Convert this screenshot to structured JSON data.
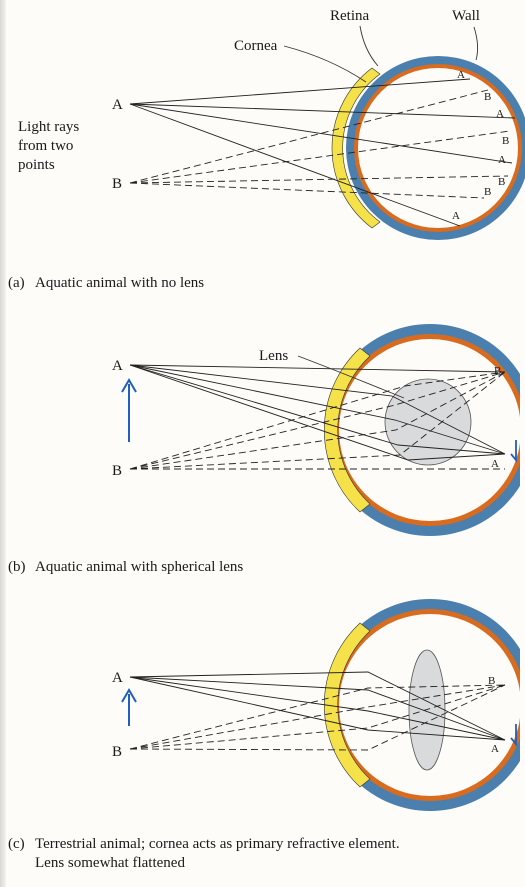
{
  "colors": {
    "wall": "#4a7fae",
    "retina": "#d96b1e",
    "cornea": "#f5e14a",
    "lens": "#d9dadb",
    "arrow": "#1f5fbf",
    "background": "#fdfcf8"
  },
  "panel_a": {
    "label_retina": "Retina",
    "label_wall": "Wall",
    "label_cornea": "Cornea",
    "point_a": "A",
    "point_b": "B",
    "light_line1": "Light rays",
    "light_line2": "from two",
    "light_line3": "points",
    "retina_marks": [
      "A",
      "B",
      "A",
      "B",
      "A",
      "B",
      "B",
      "A"
    ],
    "caption_tag": "(a)",
    "caption": "Aquatic animal with no lens"
  },
  "panel_b": {
    "label_lens": "Lens",
    "point_a": "A",
    "point_b": "B",
    "retina_b": "B",
    "retina_a": "A",
    "caption_tag": "(b)",
    "caption": "Aquatic animal with spherical lens"
  },
  "panel_c": {
    "point_a": "A",
    "point_b": "B",
    "retina_b": "B",
    "retina_a": "A",
    "caption_tag": "(c)",
    "caption_line1": "Terrestrial animal; cornea acts as primary refractive element.",
    "caption_line2": "Lens somewhat flattened"
  }
}
